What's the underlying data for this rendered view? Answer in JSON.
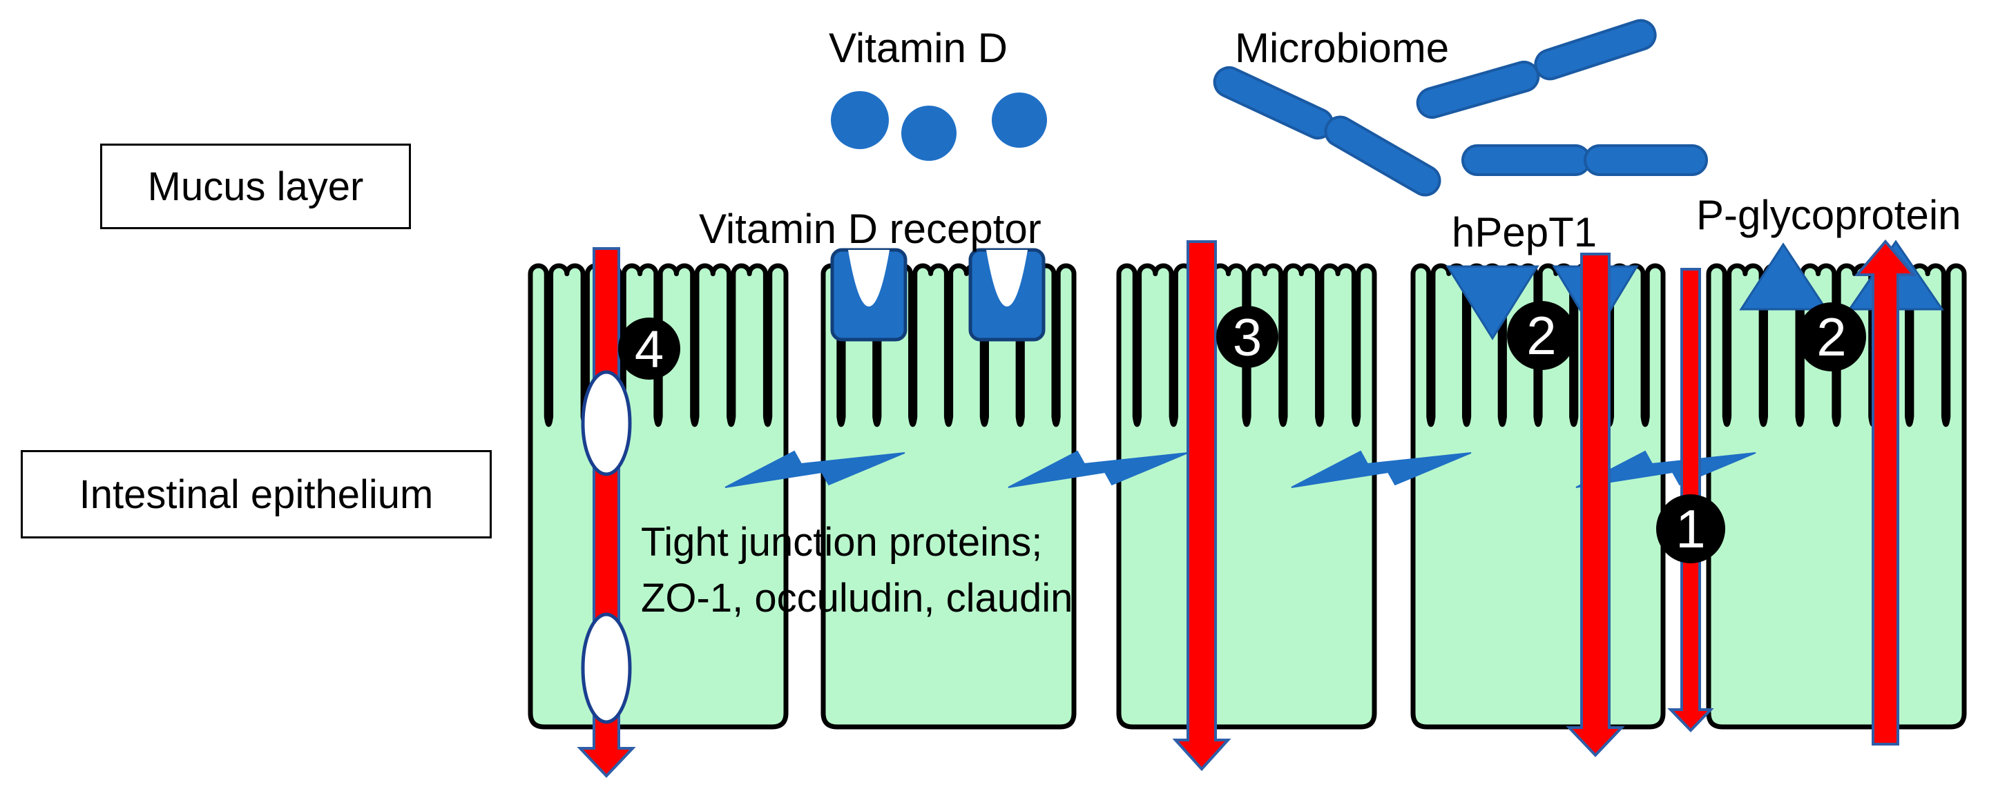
{
  "labels": {
    "mucus_layer": "Mucus layer",
    "intestinal_epithelium": "Intestinal epithelium",
    "vitamin_d": "Vitamin D",
    "microbiome": "Microbiome",
    "vitamin_d_receptor": "Vitamin D receptor",
    "hpept1": "hPepT1",
    "p_glycoprotein": "P-glycoprotein",
    "tight_junction_line1": "Tight junction proteins;",
    "tight_junction_line2": "ZO-1, occuludin, claudin"
  },
  "route_markers": {
    "route_4": "4",
    "route_3": "3",
    "route_2_hpept1": "2",
    "route_2_pgp": "2",
    "route_1": "1"
  },
  "colors": {
    "cell_fill": "#b8f7cc",
    "cell_outline": "#000000",
    "blue": "#1f6fc5",
    "arrow_red": "#ff0000",
    "arrow_outline": "#2e5ea8",
    "marker": "#000000"
  }
}
